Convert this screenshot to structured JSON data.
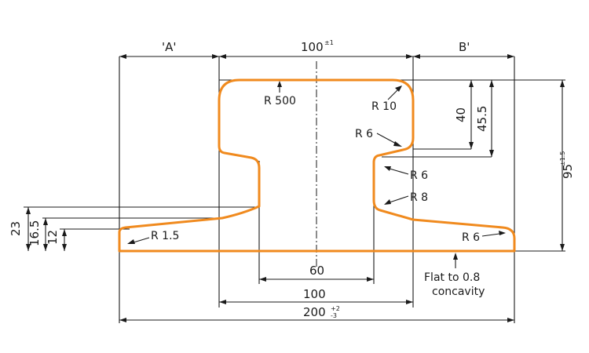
{
  "dimensions": {
    "left_zone": "'A'",
    "top_width": "100",
    "top_width_tol": "±1",
    "right_zone": "B'",
    "depth_40": "40",
    "depth_455": "45.5",
    "height_95": "95",
    "height_95_tol": "±1.5",
    "web_60": "60",
    "base_100": "100",
    "overall_200": "200",
    "overall_200_tol_upper": "+2",
    "overall_200_tol_lower": "-3",
    "left_23": "23",
    "left_165": "16.5",
    "left_12": "12"
  },
  "radii": {
    "r500": "R 500",
    "r10": "R 10",
    "r6_upper": "R 6",
    "r6_mid": "R 6",
    "r8": "R 8",
    "r15": "R 1.5",
    "r6_foot": "R 6"
  },
  "notes": {
    "flat_line1": "Flat to 0.8",
    "flat_line2": "concavity"
  },
  "colors": {
    "profile": "#f08a1e",
    "lines": "#1a1a1a"
  }
}
